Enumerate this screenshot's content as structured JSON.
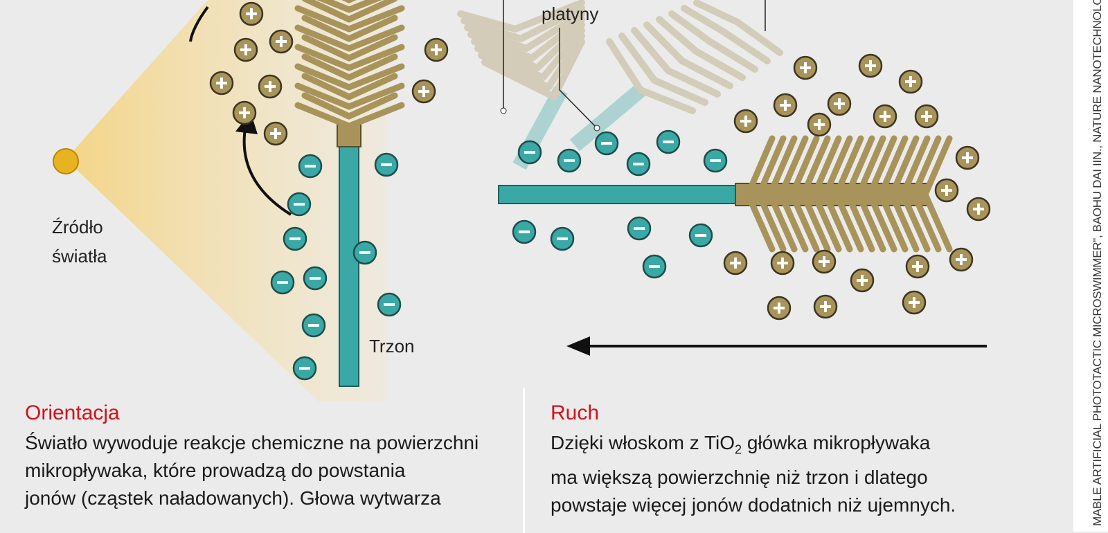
{
  "labels": {
    "platinum": "platyny",
    "light_source_line1": "Źródło",
    "light_source_line2": "światła",
    "shaft": "Trzon"
  },
  "left_section": {
    "heading": "Orientacja",
    "lines": [
      "Światło wywoduje reakcje chemiczne na powierzchni",
      "mikropływaka, które prowadzą do powstania",
      "jonów (cząstek naładowanych). Głowa wytwarza"
    ]
  },
  "right_section": {
    "heading": "Ruch",
    "line1_pre": "Dzięki włoskom z TiO",
    "line1_sub": "2",
    "line1_post": " główka mikropływaka",
    "lines": [
      "ma większą powierzchnię niż trzon i dlatego",
      "powstaje więcej jonów dodatnich niż ujemnych."
    ]
  },
  "credit": "MABLE ARTIFICIAL PHOTOTACTIC MICROSWIMMER\", BAOHU DAI IIN., NATURE NANOTECHNOLOGY, TOM",
  "colors": {
    "background": "#ebebeb",
    "accent_red": "#d4111a",
    "positive_ion": "#a8945a",
    "negative_ion": "#3aa9a6",
    "shaft": "#3aa9a6",
    "head": "#a8945a",
    "light": "#f3d98a"
  }
}
